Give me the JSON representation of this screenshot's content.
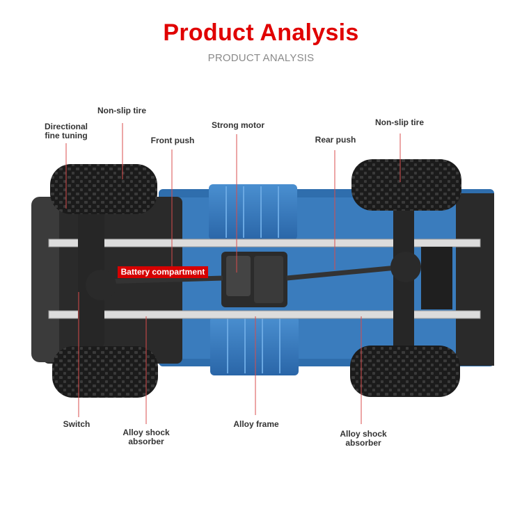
{
  "header": {
    "title": "Product Analysis",
    "subtitle": "PRODUCT ANALYSIS"
  },
  "callouts": {
    "directional": "Directional\nfine tuning",
    "non_slip_left": "Non-slip tire",
    "front_push": "Front push",
    "strong_motor": "Strong motor",
    "rear_push": "Rear push",
    "non_slip_right": "Non-slip tire",
    "battery": "Battery compartment",
    "switch": "Switch",
    "alloy_shock_left": "Alloy shock\nabsorber",
    "alloy_frame": "Alloy frame",
    "alloy_shock_right": "Alloy shock\nabsorber"
  },
  "colors": {
    "title": "#e00000",
    "body_blue": "#2e6fb0",
    "tire": "#202020",
    "leader_line": "#e06060",
    "frame_rail": "#d9d9d9"
  }
}
